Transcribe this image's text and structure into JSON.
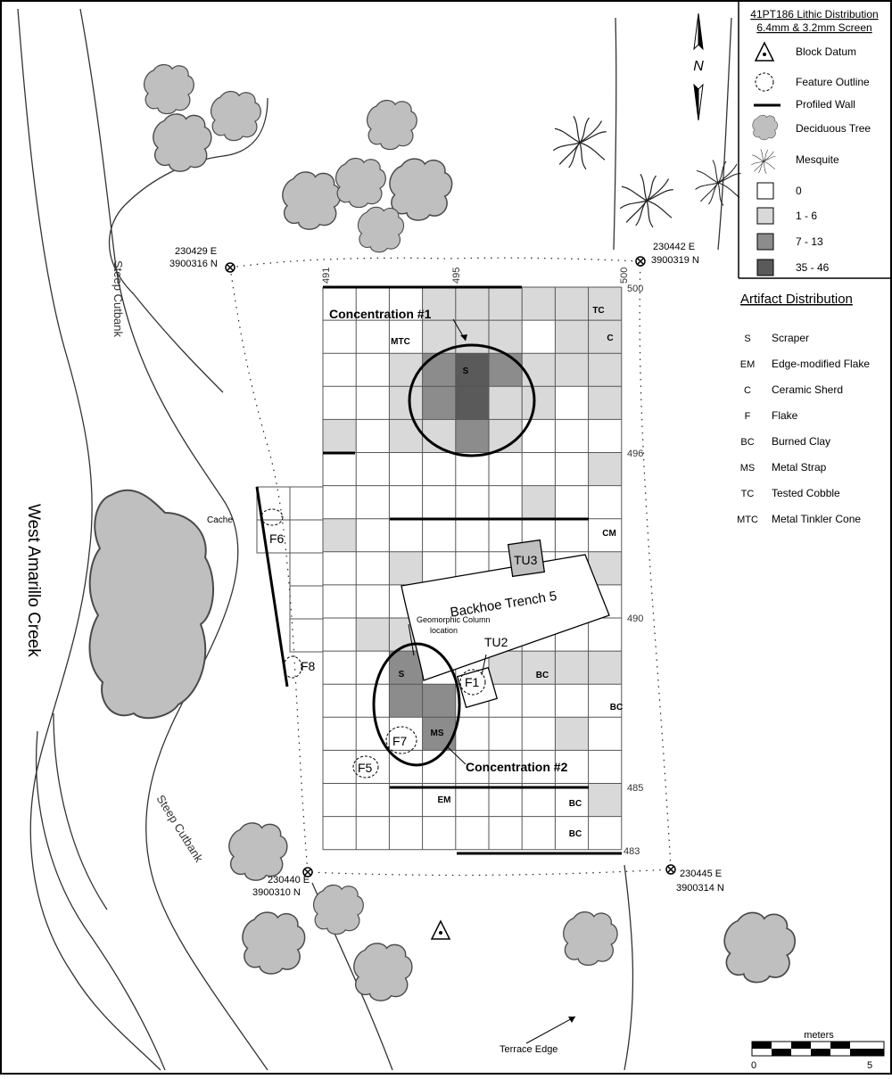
{
  "legend": {
    "title_line1": "41PT186 Lithic Distribution",
    "title_line2": "6.4mm & 3.2mm Screen",
    "items": [
      {
        "symbol": "block-datum-icon",
        "label": "Block Datum"
      },
      {
        "symbol": "feature-outline-icon",
        "label": "Feature Outline"
      },
      {
        "symbol": "profiled-wall-icon",
        "label": "Profiled Wall"
      },
      {
        "symbol": "deciduous-tree-icon",
        "label": "Deciduous Tree"
      },
      {
        "symbol": "mesquite-icon",
        "label": "Mesquite"
      }
    ],
    "classes": [
      {
        "label": "0",
        "color": "#ffffff"
      },
      {
        "label": "1 - 6",
        "color": "#d9d9d9"
      },
      {
        "label": "7 - 13",
        "color": "#8c8c8c"
      },
      {
        "label": "35 - 46",
        "color": "#5a5a5a"
      }
    ]
  },
  "artifact_distribution": {
    "title": "Artifact Distribution",
    "items": [
      {
        "code": "S",
        "label": "Scraper"
      },
      {
        "code": "EM",
        "label": "Edge-modified Flake"
      },
      {
        "code": "C",
        "label": "Ceramic Sherd"
      },
      {
        "code": "F",
        "label": "Flake"
      },
      {
        "code": "BC",
        "label": "Burned Clay"
      },
      {
        "code": "MS",
        "label": "Metal Strap"
      },
      {
        "code": "TC",
        "label": "Tested Cobble"
      },
      {
        "code": "MTC",
        "label": "Metal Tinkler Cone"
      }
    ]
  },
  "north_arrow": "N",
  "corners": {
    "nw": {
      "e": "230429 E",
      "n": "3900316 N"
    },
    "ne": {
      "e": "230442 E",
      "n": "3900319 N"
    },
    "sw": {
      "e": "230440 E",
      "n": "3900310 N"
    },
    "se": {
      "e": "230445 E",
      "n": "3900314 N"
    }
  },
  "grid_labels": {
    "x491": "491",
    "x495": "495",
    "x500": "500",
    "y500": "500",
    "y496": "496",
    "y490": "490",
    "y485": "485",
    "y483": "483"
  },
  "concentrations": {
    "c1": "Concentration #1",
    "c2": "Concentration #2"
  },
  "features": {
    "f1": "F1",
    "f5": "F5",
    "f6": "F6",
    "f7": "F7",
    "f8": "F8"
  },
  "units": {
    "tu2": "TU2",
    "tu3": "TU3",
    "trench": "Backhoe Trench 5"
  },
  "geomorphic": {
    "line1": "Geomorphic Column",
    "line2": "location"
  },
  "artifacts": {
    "tc": "TC",
    "c": "C",
    "mtc": "MTC",
    "s1": "S",
    "cm": "CM",
    "s2": "S",
    "ms": "MS",
    "bc1": "BC",
    "bc2": "BC",
    "bc3": "BC",
    "bc4": "BC",
    "em": "EM"
  },
  "place_labels": {
    "creek": "West Amarillo Creek",
    "cutbank_upper": "Steep Cutbank",
    "cutbank_lower": "Steep Cutbank",
    "cache": "Cache",
    "terrace": "Terrace Edge"
  },
  "scale": {
    "unit": "meters",
    "min": "0",
    "max": "5"
  },
  "grid_shading": [
    {
      "col": 3,
      "row": 0,
      "level": 1
    },
    {
      "col": 4,
      "row": 0,
      "level": 1
    },
    {
      "col": 5,
      "row": 0,
      "level": 1
    },
    {
      "col": 6,
      "row": 0,
      "level": 1
    },
    {
      "col": 7,
      "row": 0,
      "level": 1
    },
    {
      "col": 8,
      "row": 0,
      "level": 1
    },
    {
      "col": 3,
      "row": 1,
      "level": 1
    },
    {
      "col": 4,
      "row": 1,
      "level": 1
    },
    {
      "col": 5,
      "row": 1,
      "level": 1
    },
    {
      "col": 7,
      "row": 1,
      "level": 1
    },
    {
      "col": 8,
      "row": 1,
      "level": 1
    },
    {
      "col": 2,
      "row": 2,
      "level": 1
    },
    {
      "col": 3,
      "row": 2,
      "level": 2
    },
    {
      "col": 4,
      "row": 2,
      "level": 3
    },
    {
      "col": 5,
      "row": 2,
      "level": 2
    },
    {
      "col": 6,
      "row": 2,
      "level": 1
    },
    {
      "col": 7,
      "row": 2,
      "level": 1
    },
    {
      "col": 8,
      "row": 2,
      "level": 1
    },
    {
      "col": 2,
      "row": 3,
      "level": 1
    },
    {
      "col": 3,
      "row": 3,
      "level": 2
    },
    {
      "col": 4,
      "row": 3,
      "level": 3
    },
    {
      "col": 5,
      "row": 3,
      "level": 1
    },
    {
      "col": 6,
      "row": 3,
      "level": 1
    },
    {
      "col": 8,
      "row": 3,
      "level": 1
    },
    {
      "col": 0,
      "row": 4,
      "level": 1
    },
    {
      "col": 2,
      "row": 4,
      "level": 1
    },
    {
      "col": 3,
      "row": 4,
      "level": 1
    },
    {
      "col": 4,
      "row": 4,
      "level": 2
    },
    {
      "col": 5,
      "row": 4,
      "level": 1
    },
    {
      "col": 8,
      "row": 5,
      "level": 1
    },
    {
      "col": 6,
      "row": 6,
      "level": 1
    },
    {
      "col": 0,
      "row": 7,
      "level": 1
    },
    {
      "col": 2,
      "row": 8,
      "level": 1
    },
    {
      "col": 8,
      "row": 8,
      "level": 1
    },
    {
      "col": 1,
      "row": 10,
      "level": 1
    },
    {
      "col": 2,
      "row": 10,
      "level": 1
    },
    {
      "col": 2,
      "row": 11,
      "level": 2
    },
    {
      "col": 5,
      "row": 11,
      "level": 1
    },
    {
      "col": 6,
      "row": 11,
      "level": 1
    },
    {
      "col": 7,
      "row": 11,
      "level": 1
    },
    {
      "col": 8,
      "row": 11,
      "level": 1
    },
    {
      "col": 2,
      "row": 12,
      "level": 2
    },
    {
      "col": 3,
      "row": 12,
      "level": 2
    },
    {
      "col": 3,
      "row": 13,
      "level": 2
    },
    {
      "col": 7,
      "row": 13,
      "level": 1
    },
    {
      "col": 8,
      "row": 15,
      "level": 1
    }
  ]
}
